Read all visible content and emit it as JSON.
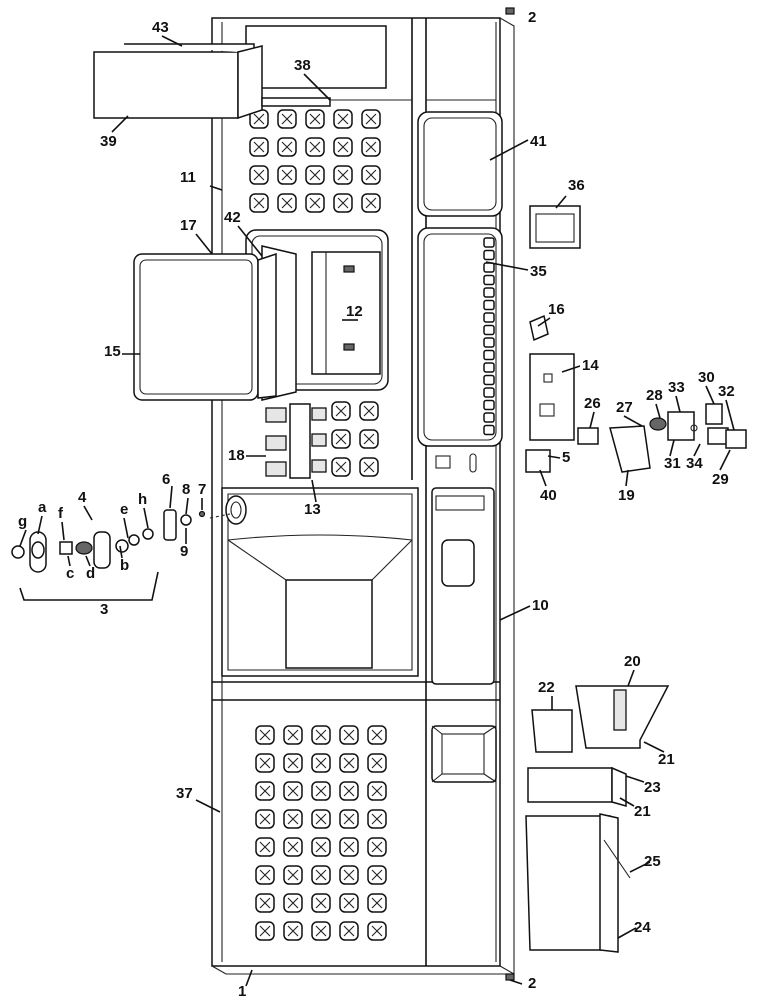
{
  "diagram": {
    "callouts": [
      {
        "id": "43",
        "text": "43"
      },
      {
        "id": "39",
        "text": "39"
      },
      {
        "id": "38",
        "text": "38"
      },
      {
        "id": "2a",
        "text": "2"
      },
      {
        "id": "41",
        "text": "41"
      },
      {
        "id": "11",
        "text": "11"
      },
      {
        "id": "36",
        "text": "36"
      },
      {
        "id": "42",
        "text": "42"
      },
      {
        "id": "17",
        "text": "17"
      },
      {
        "id": "35",
        "text": "35"
      },
      {
        "id": "12",
        "text": "12"
      },
      {
        "id": "16",
        "text": "16"
      },
      {
        "id": "15",
        "text": "15"
      },
      {
        "id": "14",
        "text": "14"
      },
      {
        "id": "30",
        "text": "30"
      },
      {
        "id": "33",
        "text": "33"
      },
      {
        "id": "28",
        "text": "28"
      },
      {
        "id": "32",
        "text": "32"
      },
      {
        "id": "26",
        "text": "26"
      },
      {
        "id": "27",
        "text": "27"
      },
      {
        "id": "18",
        "text": "18"
      },
      {
        "id": "5",
        "text": "5"
      },
      {
        "id": "31",
        "text": "31"
      },
      {
        "id": "34",
        "text": "34"
      },
      {
        "id": "29",
        "text": "29"
      },
      {
        "id": "40",
        "text": "40"
      },
      {
        "id": "19",
        "text": "19"
      },
      {
        "id": "6",
        "text": "6"
      },
      {
        "id": "8",
        "text": "8"
      },
      {
        "id": "7",
        "text": "7"
      },
      {
        "id": "13",
        "text": "13"
      },
      {
        "id": "a",
        "text": "a"
      },
      {
        "id": "4",
        "text": "4"
      },
      {
        "id": "e",
        "text": "e"
      },
      {
        "id": "h",
        "text": "h"
      },
      {
        "id": "g",
        "text": "g"
      },
      {
        "id": "f",
        "text": "f"
      },
      {
        "id": "9",
        "text": "9"
      },
      {
        "id": "c",
        "text": "c"
      },
      {
        "id": "d",
        "text": "d"
      },
      {
        "id": "b",
        "text": "b"
      },
      {
        "id": "3",
        "text": "3"
      },
      {
        "id": "10",
        "text": "10"
      },
      {
        "id": "20",
        "text": "20"
      },
      {
        "id": "22",
        "text": "22"
      },
      {
        "id": "21a",
        "text": "21"
      },
      {
        "id": "23",
        "text": "23"
      },
      {
        "id": "37",
        "text": "37"
      },
      {
        "id": "21b",
        "text": "21"
      },
      {
        "id": "25",
        "text": "25"
      },
      {
        "id": "24",
        "text": "24"
      },
      {
        "id": "1",
        "text": "1"
      },
      {
        "id": "2b",
        "text": "2"
      }
    ]
  }
}
